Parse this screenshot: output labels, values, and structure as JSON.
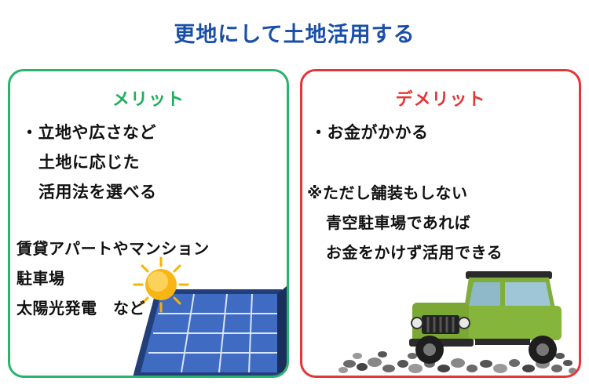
{
  "title": "更地にして土地活用する",
  "merit": {
    "heading": "メリット",
    "lines": [
      "・立地や広さなど",
      "土地に応じた",
      "活用法を選べる"
    ],
    "examples": [
      "賃貸アパートやマンション",
      "駐車場",
      "太陽光発電　など"
    ]
  },
  "demerit": {
    "heading": "デメリット",
    "line": "・お金がかかる",
    "note_lines": [
      "※ただし舗装もしない",
      "青空駐車場であれば",
      "お金をかけず活用できる"
    ]
  },
  "colors": {
    "title": "#1a4fa8",
    "merit": "#2ab36a",
    "demerit": "#e53535"
  },
  "icons": [
    "sun-icon",
    "solar-panel-illustration",
    "green-suv-illustration",
    "gravel-illustration"
  ]
}
